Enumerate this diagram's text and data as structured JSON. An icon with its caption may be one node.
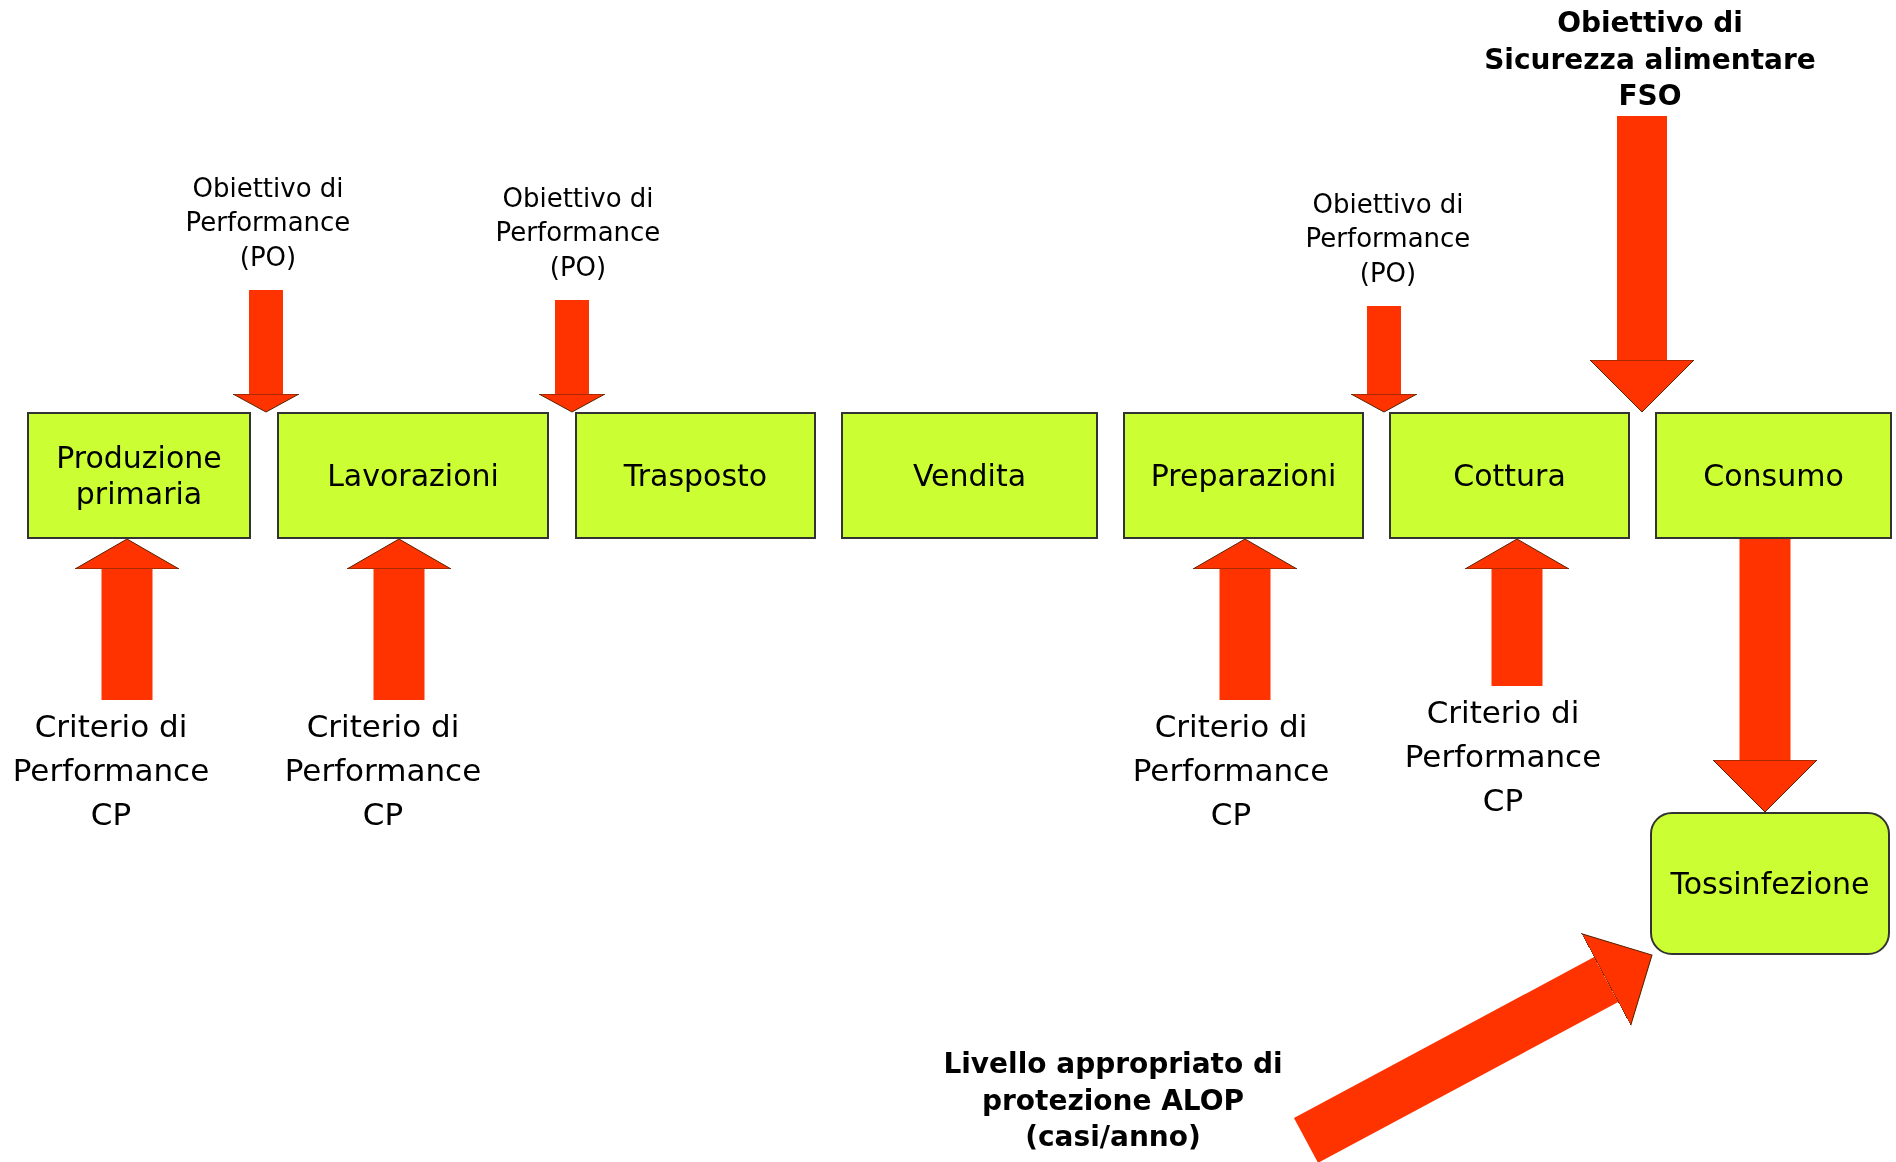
{
  "diagram": {
    "nodes": [
      {
        "text": [
          "Obiettivo di Sicurezza alimentare FSO"
        ]
      },
      {
        "text": [
          "Obiettivo di Performance (PO)"
        ]
      },
      {
        "text": [
          "Obiettivo di Performance (PO)"
        ]
      },
      {
        "text": [
          "Obiettivo di Performance (PO)"
        ]
      },
      {
        "text": [
          "Produzione primaria"
        ]
      },
      {
        "text": [
          "Lavorazioni"
        ]
      },
      {
        "text": [
          "Trasposto"
        ]
      },
      {
        "text": [
          "Vendita"
        ]
      },
      {
        "text": [
          "Preparazioni"
        ]
      },
      {
        "text": [
          "Cottura"
        ]
      },
      {
        "text": [
          "Consumo"
        ]
      },
      {
        "text": [
          "Criterio di Performance CP"
        ]
      },
      {
        "text": [
          "Criterio di Performance CP"
        ]
      },
      {
        "text": [
          "Criterio di Performance CP"
        ]
      },
      {
        "text": [
          "Criterio di Performance CP"
        ]
      },
      {
        "text": [
          "Tossinfezione"
        ]
      },
      {
        "text": [
          "Livello appropriato di protezione ALOP (casi/anno)"
        ]
      }
    ],
    "edges": [
      {
        "from": 0,
        "to": 10,
        "arrow": "to"
      },
      {
        "from": 1,
        "to": 5,
        "arrow": "to"
      },
      {
        "from": 2,
        "to": 6,
        "arrow": "to"
      },
      {
        "from": 3,
        "to": 9,
        "arrow": "to"
      },
      {
        "from": 11,
        "to": 4,
        "arrow": "to"
      },
      {
        "from": 12,
        "to": 5,
        "arrow": "to"
      },
      {
        "from": 13,
        "to": 8,
        "arrow": "to"
      },
      {
        "from": 14,
        "to": 9,
        "arrow": "to"
      },
      {
        "from": 10,
        "to": 15,
        "arrow": "to"
      },
      {
        "from": 16,
        "to": 15,
        "arrow": "to"
      }
    ]
  }
}
